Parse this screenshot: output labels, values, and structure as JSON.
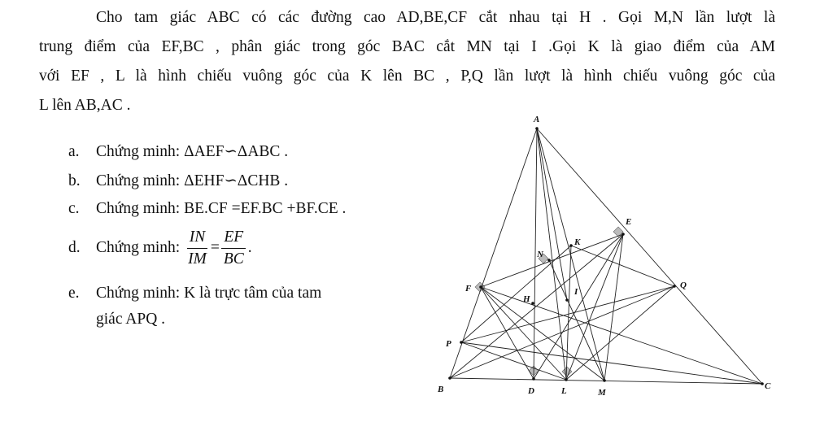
{
  "problem": {
    "lines": [
      "Cho tam giác ABC có các đường cao AD,BE,CF cắt nhau tại H . Gọi M,N lần lượt là",
      "trung điểm của EF,BC , phân giác trong góc BAC cắt MN tại I .Gọi K là giao điểm của AM",
      "với EF , L là hình chiếu vuông góc của K lên BC , P,Q lần lượt là hình chiếu vuông góc của",
      "L lên AB,AC ."
    ]
  },
  "items": [
    {
      "label": "a.",
      "text": "Chứng minh: ΔAEF∽ΔABC ."
    },
    {
      "label": "b.",
      "text": "Chứng minh: ΔEHF∽ΔCHB ."
    },
    {
      "label": "c.",
      "text": "Chứng minh: BE.CF =EF.BC +BF.CE ."
    },
    {
      "label": "d.",
      "text_before": "Chứng minh:",
      "frac1_num": "IN",
      "frac1_den": "IM",
      "eq": "=",
      "frac2_num": "EF",
      "frac2_den": "BC",
      "end": "."
    },
    {
      "label": "e.",
      "text": "Chứng minh: K là trực tâm của tam",
      "cont": "giác APQ ."
    }
  ],
  "figure": {
    "labels": {
      "A": "A",
      "B": "B",
      "C": "C",
      "D": "D",
      "E": "E",
      "F": "F",
      "H": "H",
      "M": "M",
      "N": "N",
      "I": "I",
      "K": "K",
      "L": "L",
      "P": "P",
      "Q": "Q"
    }
  }
}
